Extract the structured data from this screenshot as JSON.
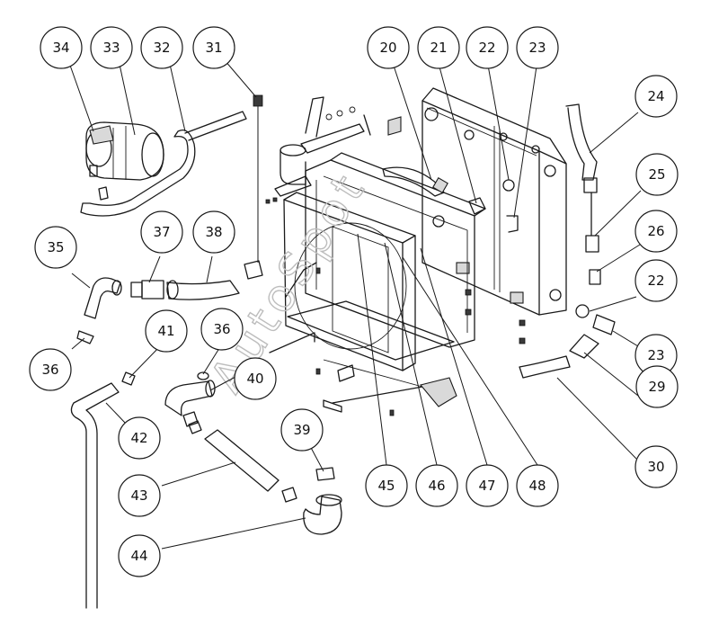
{
  "diagram": {
    "watermark": "AutoSpot",
    "callouts": [
      {
        "id": "c34",
        "label": "34"
      },
      {
        "id": "c33",
        "label": "33"
      },
      {
        "id": "c32",
        "label": "32"
      },
      {
        "id": "c31",
        "label": "31"
      },
      {
        "id": "c20",
        "label": "20"
      },
      {
        "id": "c21",
        "label": "21"
      },
      {
        "id": "c22a",
        "label": "22"
      },
      {
        "id": "c23a",
        "label": "23"
      },
      {
        "id": "c24",
        "label": "24"
      },
      {
        "id": "c25",
        "label": "25"
      },
      {
        "id": "c26",
        "label": "26"
      },
      {
        "id": "c22b",
        "label": "22"
      },
      {
        "id": "c23b",
        "label": "23"
      },
      {
        "id": "c29",
        "label": "29"
      },
      {
        "id": "c30",
        "label": "30"
      },
      {
        "id": "c35",
        "label": "35"
      },
      {
        "id": "c37",
        "label": "37"
      },
      {
        "id": "c38",
        "label": "38"
      },
      {
        "id": "c36a",
        "label": "36"
      },
      {
        "id": "c41",
        "label": "41"
      },
      {
        "id": "c36b",
        "label": "36"
      },
      {
        "id": "c40",
        "label": "40"
      },
      {
        "id": "c42",
        "label": "42"
      },
      {
        "id": "c43",
        "label": "43"
      },
      {
        "id": "c39",
        "label": "39"
      },
      {
        "id": "c44",
        "label": "44"
      },
      {
        "id": "c45",
        "label": "45"
      },
      {
        "id": "c46",
        "label": "46"
      },
      {
        "id": "c47",
        "label": "47"
      },
      {
        "id": "c48",
        "label": "48"
      }
    ]
  }
}
